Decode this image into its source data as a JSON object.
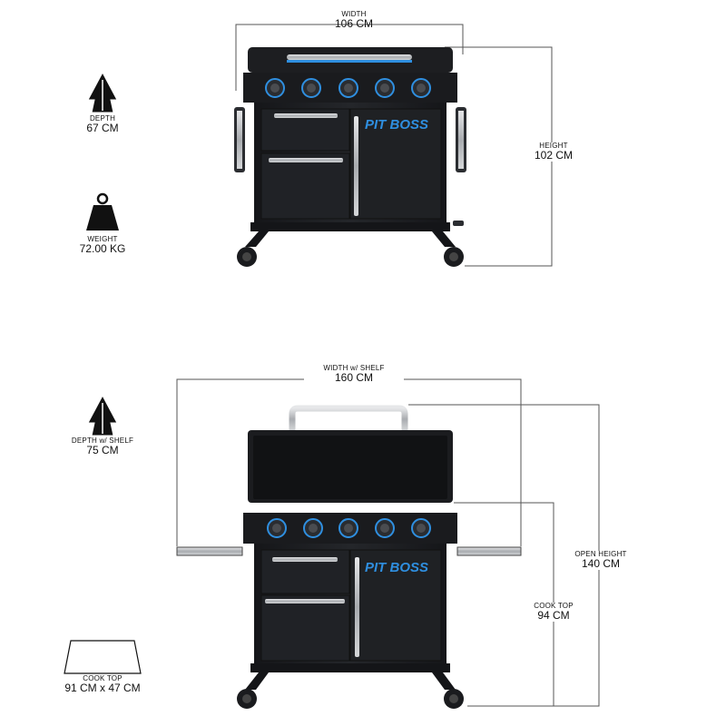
{
  "top": {
    "width": {
      "label": "WIDTH",
      "value": "106 CM"
    },
    "height": {
      "label": "HEIGHT",
      "value": "102 CM"
    },
    "depth": {
      "label": "DEPTH",
      "value": "67 CM"
    },
    "weight": {
      "label": "WEIGHT",
      "value": "72.00 KG"
    }
  },
  "bottom": {
    "width_shelf": {
      "label": "WIDTH w/ SHELF",
      "value": "160 CM"
    },
    "depth_shelf": {
      "label": "DEPTH w/ SHELF",
      "value": "75 CM"
    },
    "open_height": {
      "label": "OPEN HEIGHT",
      "value": "140 CM"
    },
    "cook_top_height": {
      "label": "COOK TOP",
      "value": "94 CM"
    },
    "cook_top_area": {
      "label": "COOK TOP",
      "value": "91 CM x 47 CM"
    }
  },
  "brand": {
    "logo": "PIT BOSS"
  },
  "colors": {
    "grill": "#1a1b1e",
    "accent": "#2f8fe0",
    "steel": "#b9bcc0",
    "line": "#555555"
  }
}
